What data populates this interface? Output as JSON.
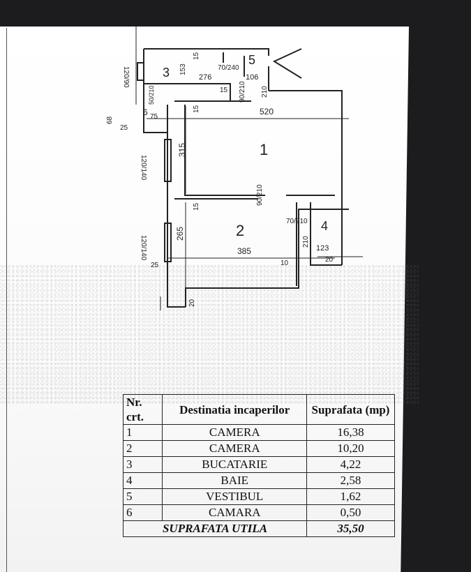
{
  "plan": {
    "rooms": [
      {
        "no": "1"
      },
      {
        "no": "2"
      },
      {
        "no": "3"
      },
      {
        "no": "4"
      },
      {
        "no": "5"
      },
      {
        "no": "6"
      }
    ],
    "dimensions": {
      "d276": "276",
      "d153": "153",
      "d106": "106",
      "d520": "520",
      "d315": "315",
      "d385": "385",
      "d265": "265",
      "d123": "123",
      "d68": "68",
      "d25a": "25",
      "d25b": "25",
      "d20a": "20",
      "d20b": "20",
      "d10": "10",
      "d15a": "15",
      "d15b": "15",
      "d15c": "15",
      "d15d": "15",
      "d75": "75",
      "w70_240": "70/240",
      "w90_210a": "90/210",
      "w90_210b": "90/210",
      "w70_210": "70/210",
      "w50_210": "50/210",
      "d210a": "210",
      "d210b": "210",
      "win1": "120/90",
      "win2": "120/140",
      "win3": "120/140"
    }
  },
  "table": {
    "headers": {
      "nr": "Nr. crt.",
      "dest": "Destinatia incaperilor",
      "sup": "Suprafata (mp)"
    },
    "rows": [
      {
        "nr": "1",
        "dest": "CAMERA",
        "sup": "16,38"
      },
      {
        "nr": "2",
        "dest": "CAMERA",
        "sup": "10,20"
      },
      {
        "nr": "3",
        "dest": "BUCATARIE",
        "sup": "4,22"
      },
      {
        "nr": "4",
        "dest": "BAIE",
        "sup": "2,58"
      },
      {
        "nr": "5",
        "dest": "VESTIBUL",
        "sup": "1,62"
      },
      {
        "nr": "6",
        "dest": "CAMARA",
        "sup": "0,50"
      }
    ],
    "total": {
      "label": "SUPRAFATA UTILA",
      "value": "35,50"
    }
  }
}
